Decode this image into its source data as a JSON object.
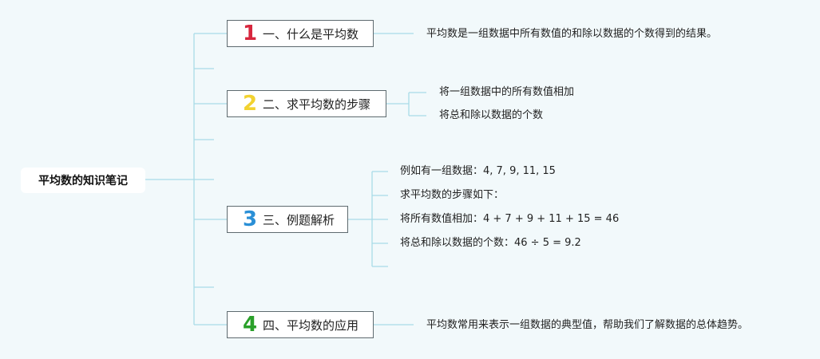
{
  "root": {
    "label": "平均数的知识笔记"
  },
  "branches": [
    {
      "number": "1",
      "number_color": "#d7263d",
      "label": "一、什么是平均数",
      "leaves": [
        "平均数是一组数据中所有数值的和除以数据的个数得到的结果。"
      ]
    },
    {
      "number": "2",
      "number_color": "#f2d230",
      "label": "二、求平均数的步骤",
      "leaves": [
        "将一组数据中的所有数值相加",
        "将总和除以数据的个数"
      ]
    },
    {
      "number": "3",
      "number_color": "#2a8fd6",
      "label": "三、例题解析",
      "leaves": [
        "例如有一组数据：4, 7, 9, 11, 15",
        "求平均数的步骤如下：",
        "将所有数值相加：4 + 7 + 9 + 11 + 15 = 46",
        "将总和除以数据的个数：46 ÷ 5 = 9.2"
      ]
    },
    {
      "number": "4",
      "number_color": "#2aa02a",
      "label": "四、平均数的应用",
      "leaves": [
        "平均数常用来表示一组数据的典型值，帮助我们了解数据的总体趋势。"
      ]
    }
  ],
  "colors": {
    "connector": "#a9dbe8",
    "background": "#f2f9fb"
  }
}
